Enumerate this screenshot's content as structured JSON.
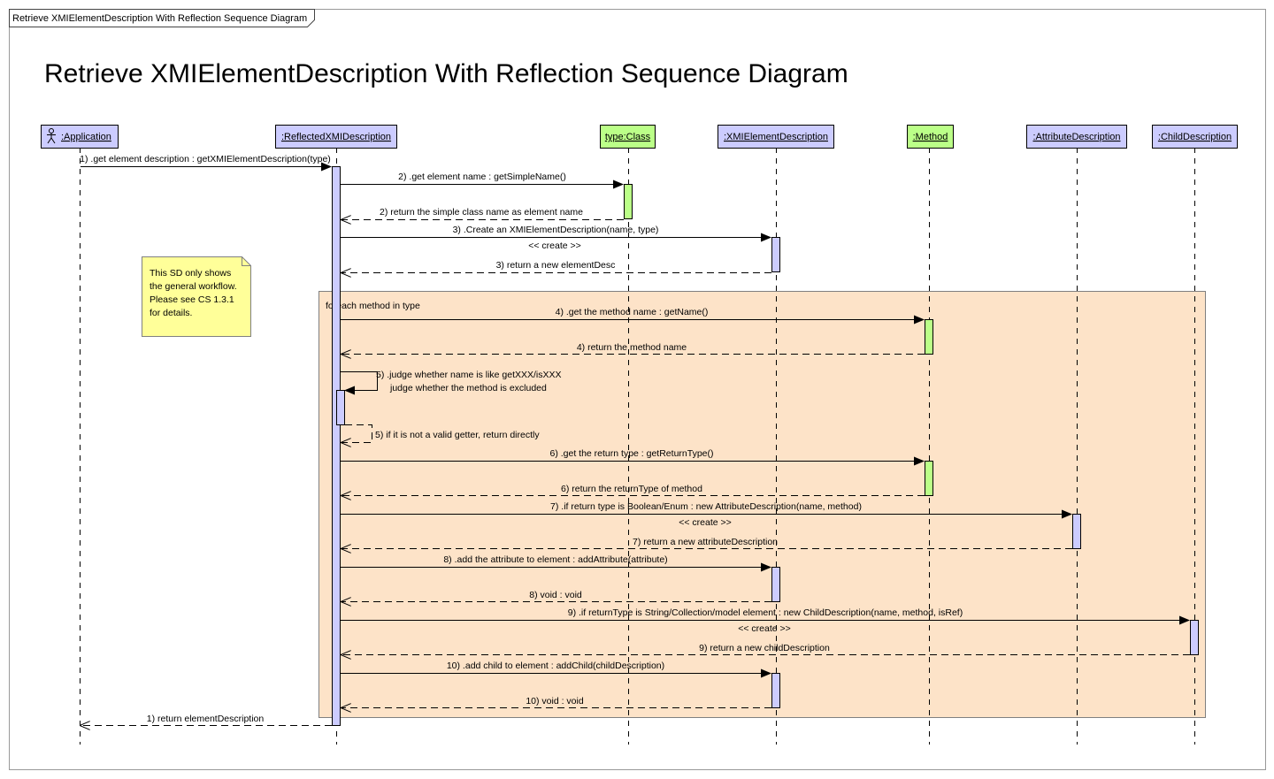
{
  "diagram": {
    "frame_tab": "Retrieve XMIElementDescription With Reflection Sequence Diagram",
    "title": "Retrieve XMIElementDescription With Reflection Sequence Diagram",
    "note": [
      "This SD only shows",
      "the general workflow.",
      "Please see CS 1.3.1",
      "for details."
    ],
    "fragment_label": "foreach method in type",
    "colors": {
      "lifeline_blue": "#ccccff",
      "lifeline_green": "#bbff88",
      "activation_blue": "#ccccff",
      "activation_green": "#bbff88",
      "fragment_fill": "#fde3c8",
      "note_fill": "#ffff99",
      "line": "#000000"
    },
    "lifelines": [
      {
        "id": "app",
        "label": ":Application",
        "color": "blue",
        "actor": true
      },
      {
        "id": "rxd",
        "label": ":ReflectedXMIDescription",
        "color": "blue"
      },
      {
        "id": "cls",
        "label": "type:Class",
        "color": "green"
      },
      {
        "id": "xed",
        "label": ":XMIElementDescription",
        "color": "blue"
      },
      {
        "id": "mth",
        "label": ":Method",
        "color": "green"
      },
      {
        "id": "atd",
        "label": ":AttributeDescription",
        "color": "blue"
      },
      {
        "id": "chd",
        "label": ":ChildDescription",
        "color": "blue"
      }
    ],
    "messages": [
      {
        "label": "1) .get element description : getXMIElementDescription(type)"
      },
      {
        "label": "2) .get element name : getSimpleName()"
      },
      {
        "label": "2) return the simple class name as element name"
      },
      {
        "label": "3) .Create an XMIElementDescription(name, type)"
      },
      {
        "label": "<< create >>"
      },
      {
        "label": "3) return a new elementDesc"
      },
      {
        "label": "4) .get the method name : getName()"
      },
      {
        "label": "4) return the method name"
      },
      {
        "label": "5) .judge whether name is like getXXX/isXXX"
      },
      {
        "label": "judge whether the method is excluded"
      },
      {
        "label": "5) if it is not a valid getter, return directly"
      },
      {
        "label": "6) .get the return type : getReturnType()"
      },
      {
        "label": "6) return the returnType of method"
      },
      {
        "label": "7) .if return type is Boolean/Enum : new AttributeDescription(name, method)"
      },
      {
        "label": "<< create >>"
      },
      {
        "label": "7) return a new attributeDescription"
      },
      {
        "label": "8) .add the attribute to element : addAttribute(attribute)"
      },
      {
        "label": "8) void : void"
      },
      {
        "label": "9) .if returnType is String/Collection/model element : new ChildDescription(name, method, isRef)"
      },
      {
        "label": "<< create >>"
      },
      {
        "label": "9) return a new childDescription"
      },
      {
        "label": "10) .add child to element : addChild(childDescription)"
      },
      {
        "label": "10) void : void"
      },
      {
        "label": "1) return elementDescription"
      }
    ]
  }
}
